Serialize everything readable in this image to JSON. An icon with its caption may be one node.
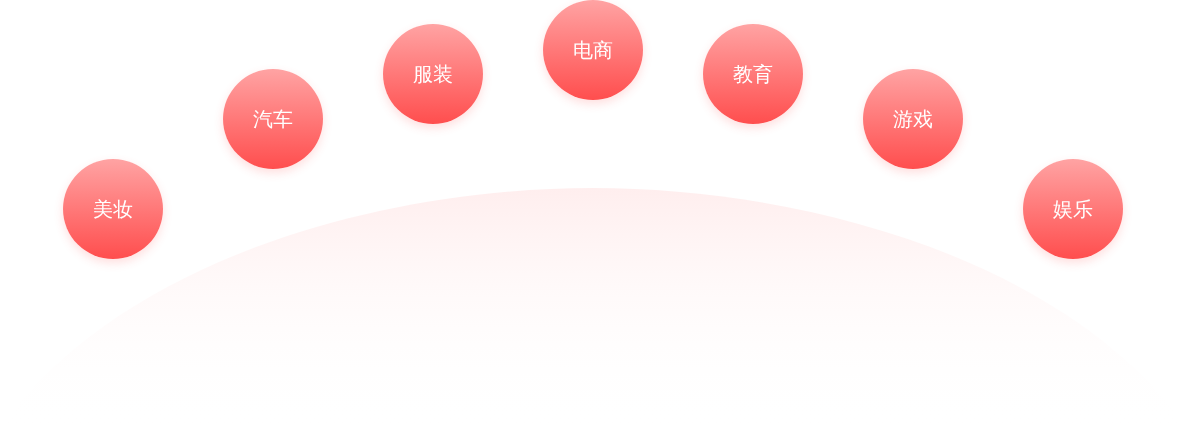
{
  "diagram": {
    "nodes": [
      {
        "text": [
          "美妆"
        ]
      },
      {
        "text": [
          "汽车"
        ]
      },
      {
        "text": [
          "服装"
        ]
      },
      {
        "text": [
          "电商"
        ]
      },
      {
        "text": [
          "教育"
        ]
      },
      {
        "text": [
          "游戏"
        ]
      },
      {
        "text": [
          "娱乐"
        ]
      }
    ]
  }
}
